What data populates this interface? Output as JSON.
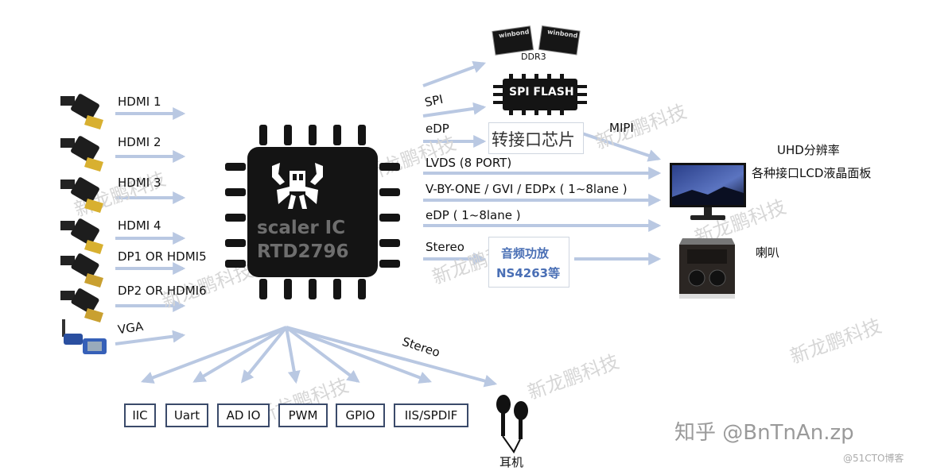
{
  "inputs": [
    "HDMI 1",
    "HDMI  2",
    "HDMI 3",
    "HDMI  4",
    "DP1 OR HDMI5",
    "DP2 OR HDMI6",
    "VGA"
  ],
  "chip": {
    "line1": "scaler IC",
    "line2": "RTD2796"
  },
  "memory": {
    "ddr3_label": "DDR3",
    "chip_brand": "winbond",
    "flash_label": "SPI FLASH"
  },
  "outputs": {
    "spi": "SPI",
    "edp": "eDP",
    "converter": "转接口芯片",
    "mipi": "MIPI",
    "lvds": "LVDS (8 PORT)",
    "vbyone": "V-BY-ONE / GVI / EDPx ( 1~8lane )",
    "edp2": "eDP ( 1~8lane )",
    "stereo": "Stereo",
    "amp_line1": "音频功放",
    "amp_line2": "NS4263等"
  },
  "display": {
    "line1": "UHD分辨率",
    "line2": "各种接口LCD液晶面板"
  },
  "speaker_label": "喇叭",
  "stereo_out": "Stereo",
  "earphone_label": "耳机",
  "peripherals": [
    "IIC",
    "Uart",
    "AD IO",
    "PWM",
    "GPIO",
    "IIS/SPDIF"
  ],
  "watermark": "新龙鹏科技",
  "source": {
    "zhihu": "知乎 @BnTnAn.zp",
    "blog": "@51CTO博客"
  }
}
